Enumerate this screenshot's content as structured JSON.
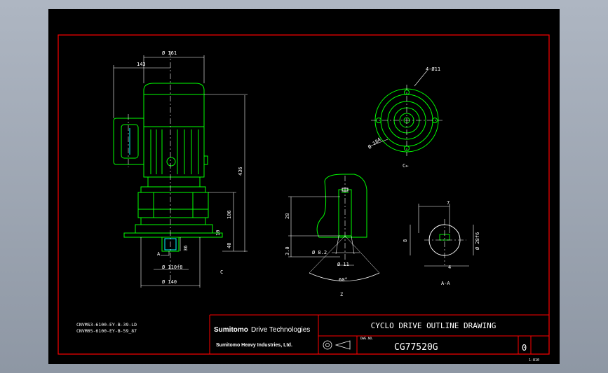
{
  "drawing": {
    "dims": {
      "dia161": "Ø 161",
      "w143": "143",
      "h436": "436",
      "h106": "106",
      "h40": "40",
      "h10": "10",
      "h36": "36",
      "dia110": "Ø 110f8",
      "dia140": "Ø 140",
      "label_c": "C",
      "label_a": "A",
      "holes": "4-Ø11",
      "dia184": "Ø 184",
      "view_c": "C←",
      "h28": "28",
      "h30": "3.0",
      "dia8_2": "Ø 8.2",
      "dia11": "Ø 11",
      "angle60": "60°",
      "view_z": "Z",
      "w7": "7",
      "h8": "8",
      "w4": "4",
      "dia28": "Ø 28f6",
      "view_aa": "A-A"
    },
    "model_codes": [
      "CNVMS3-6100-EY-B-39-LD",
      "CNVM05-6100-EY-B-59_87"
    ]
  },
  "title_block": {
    "logo_main": "Sumitomo",
    "logo_sub": "Drive Technologies",
    "company": "Sumitomo Heavy Industries, Ltd.",
    "title": "CYCLO DRIVE OUTLINE DRAWING",
    "dwg_label": "DWG.NO.",
    "dwg_no": "CG77520G",
    "revision": "0",
    "scale": "1-810"
  },
  "colors": {
    "background": "#000000",
    "border": "#ff0000",
    "geometry": "#00ff00",
    "centerline": "#ffffff",
    "dimension": "#ffffff",
    "hatch": "#00ffff"
  }
}
